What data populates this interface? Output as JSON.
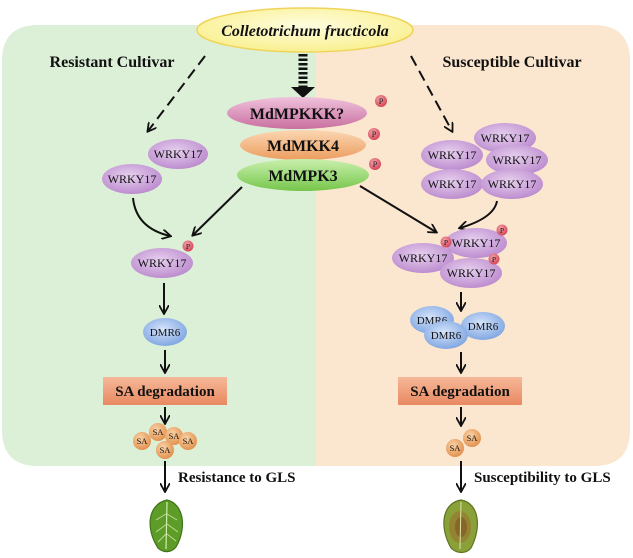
{
  "pathogen": "Colletotrichum fructicola",
  "cultivars": {
    "resistant": "Resistant Cultivar",
    "susceptible": "Susceptible Cultivar"
  },
  "kinases": {
    "mpkkk": "MdMPKKK?",
    "mkk4": "MdMKK4",
    "mpk3": "MdMPK3"
  },
  "phospho_mark": "P",
  "wrky": "WRKY17",
  "dmr": "DMR6",
  "process": "SA degradation",
  "sa": "SA",
  "outcomes": {
    "resistant": "Resistance to GLS",
    "susceptible": "Susceptibility to GLS"
  },
  "colors": {
    "left_panel": "#dcefd7",
    "right_panel": "#fbe6cf",
    "wrky_fill": "#c79ad8",
    "dmr_fill": "#8fb3e8",
    "process_fill": "#ee9f7c",
    "sa_fill": "#efac6b",
    "mpkkk_fill": "#d68ab4",
    "mkk4_fill": "#f2b27e",
    "mpk3_fill": "#8fd36a",
    "pathogen_fill": "#fdf6a8",
    "p_fill": "#e05a67",
    "leaf_healthy": "#5e9c28",
    "leaf_diseased": "#8aa13a"
  }
}
